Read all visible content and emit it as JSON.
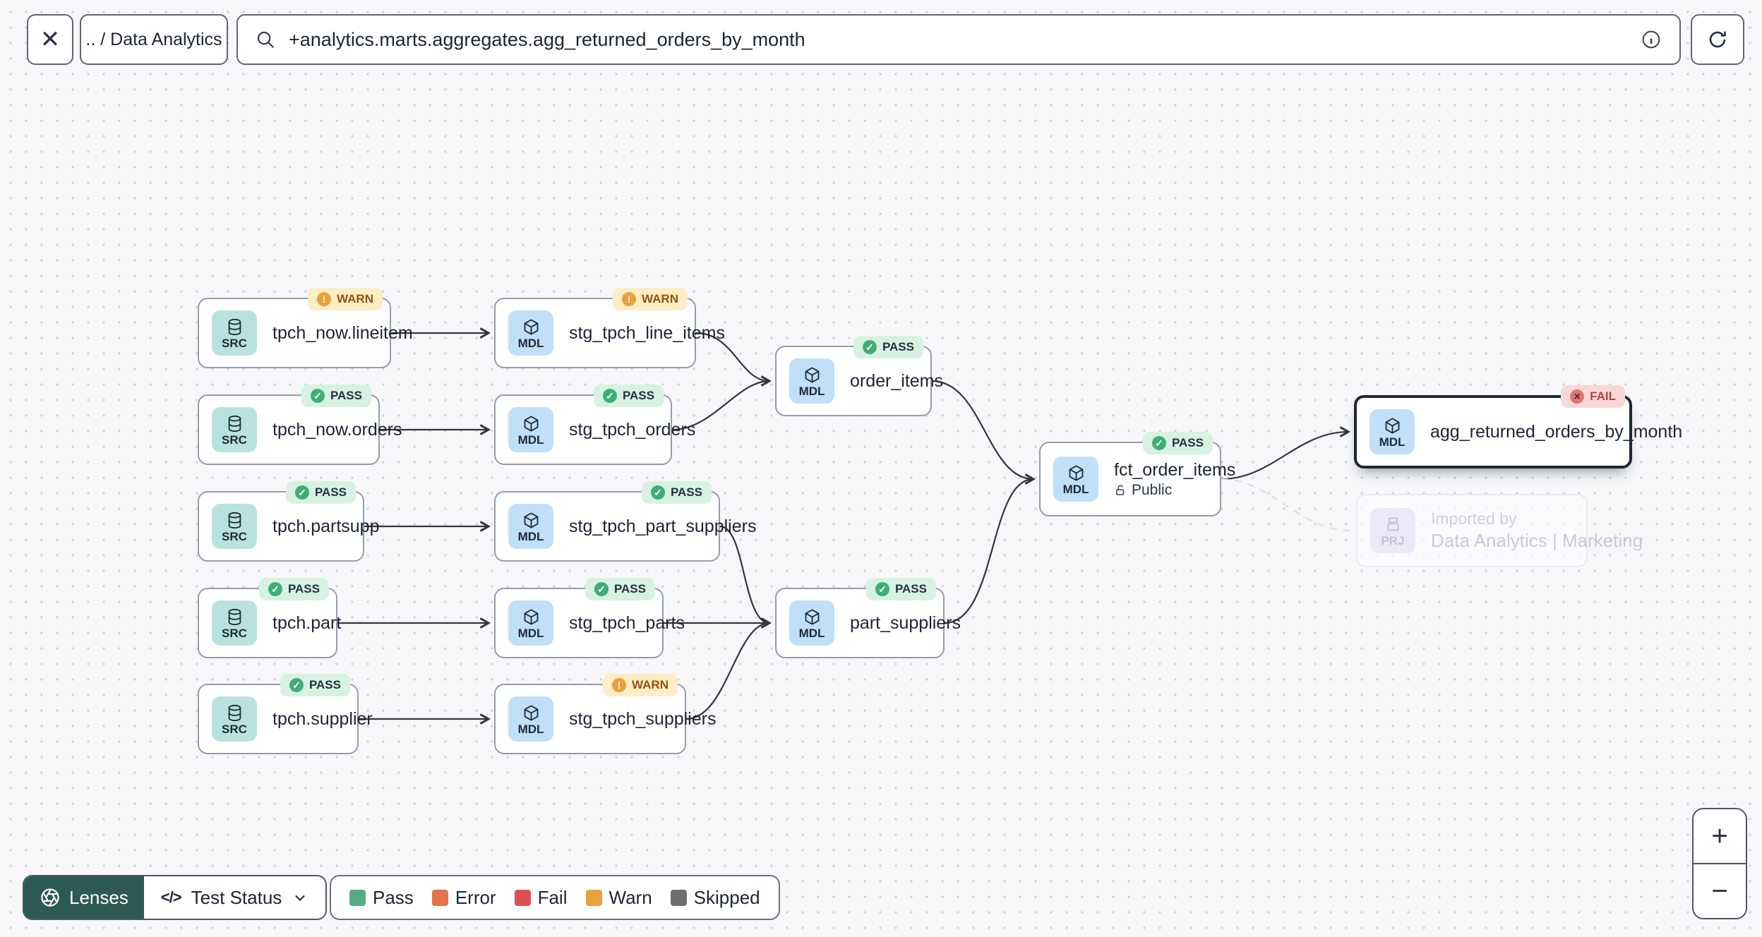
{
  "topbar": {
    "breadcrumb": ".. / Data Analytics",
    "search": {
      "value": "+analytics.marts.aggregates.agg_returned_orders_by_month"
    }
  },
  "graph": {
    "nodes": [
      {
        "label": "tpch_now.lineitem",
        "type": "SRC",
        "status": "WARN"
      },
      {
        "label": "tpch_now.orders",
        "type": "SRC",
        "status": "PASS"
      },
      {
        "label": "tpch.partsupp",
        "type": "SRC",
        "status": "PASS"
      },
      {
        "label": "tpch.part",
        "type": "SRC",
        "status": "PASS"
      },
      {
        "label": "tpch.supplier",
        "type": "SRC",
        "status": "PASS"
      },
      {
        "label": "stg_tpch_line_items",
        "type": "MDL",
        "status": "WARN"
      },
      {
        "label": "stg_tpch_orders",
        "type": "MDL",
        "status": "PASS"
      },
      {
        "label": "stg_tpch_part_suppliers",
        "type": "MDL",
        "status": "PASS"
      },
      {
        "label": "stg_tpch_parts",
        "type": "MDL",
        "status": "PASS"
      },
      {
        "label": "stg_tpch_suppliers",
        "type": "MDL",
        "status": "WARN"
      },
      {
        "label": "order_items",
        "type": "MDL",
        "status": "PASS"
      },
      {
        "label": "part_suppliers",
        "type": "MDL",
        "status": "PASS"
      },
      {
        "label": "fct_order_items",
        "type": "MDL",
        "status": "PASS",
        "access": "Public"
      },
      {
        "label": "agg_returned_orders_by_month",
        "type": "MDL",
        "status": "FAIL",
        "selected": true
      }
    ],
    "imported": {
      "type": "PRJ",
      "title": "Imported by",
      "subtitle": "Data Analytics | Marketing"
    }
  },
  "footer": {
    "lenses_label": "Lenses",
    "active_lens": "Test Status",
    "legend": [
      {
        "label": "Pass",
        "color": "#52ae7f"
      },
      {
        "label": "Error",
        "color": "#e2734a"
      },
      {
        "label": "Fail",
        "color": "#db5151"
      },
      {
        "label": "Warn",
        "color": "#e6a23c"
      },
      {
        "label": "Skipped",
        "color": "#6e6e70"
      }
    ]
  },
  "zoom": {
    "in": "+",
    "out": "−"
  },
  "colors": {
    "canvas_bg": "#f7f7f9",
    "lenses_bg": "#2d5a53",
    "selection_border": "#1e2736",
    "pass_badge_bg": "#d7f2e2",
    "warn_badge_bg": "#fcedc4",
    "fail_badge_bg": "#f7d8d6",
    "src_icon_bg": "#b9e2de",
    "mdl_icon_bg": "#bfe0f8",
    "prj_icon_bg": "#e9e9f7"
  }
}
